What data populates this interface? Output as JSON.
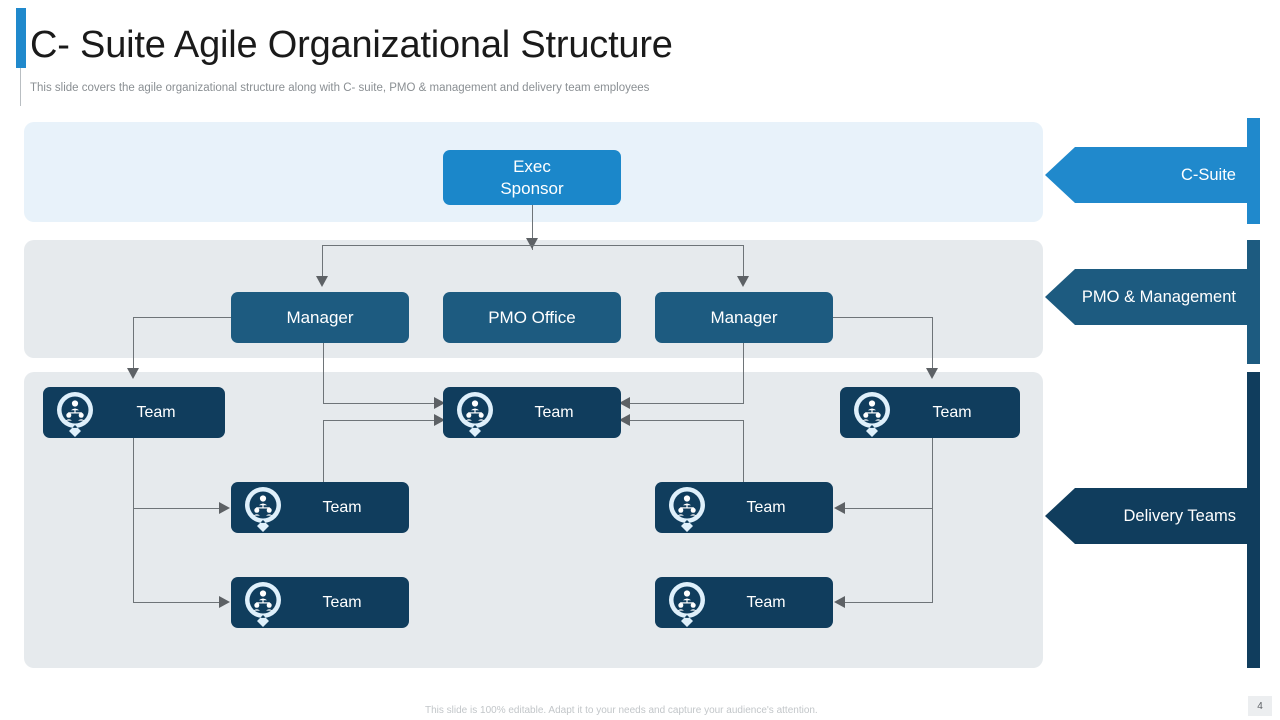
{
  "header": {
    "title": "C- Suite Agile Organizational Structure",
    "subtitle": "This slide covers the agile organizational structure along with C- suite, PMO & management and delivery team employees"
  },
  "bands": [
    {
      "id": "c-suite",
      "label": "C-Suite",
      "color": "#2089cc"
    },
    {
      "id": "pmo-management",
      "label": "PMO & Management",
      "color": "#1d5b80"
    },
    {
      "id": "delivery-teams",
      "label": "Delivery Teams",
      "color": "#103d5d"
    }
  ],
  "nodes": {
    "exec_sponsor": "Exec\nSponsor",
    "exec_sponsor_line1": "Exec",
    "exec_sponsor_line2": "Sponsor",
    "manager_left": "Manager",
    "pmo_office": "PMO Office",
    "manager_right": "Manager",
    "team_left": "Team",
    "team_center": "Team",
    "team_right": "Team",
    "team_mid_left": "Team",
    "team_mid_right": "Team",
    "team_bottom_left": "Team",
    "team_bottom_right": "Team"
  },
  "icons": {
    "team": "team-org-pin-icon"
  },
  "footer": {
    "note": "This slide is 100% editable. Adapt it to your needs and capture your audience's attention.",
    "page_number": "4"
  },
  "colors": {
    "accent": "#2089cc",
    "exec_box": "#1b87ca",
    "manager_box": "#1d5b80",
    "team_box": "#103d5d",
    "band_csuite": "#e8f2fa",
    "band_gray": "#e6eaed",
    "connector": "#6e7478"
  }
}
